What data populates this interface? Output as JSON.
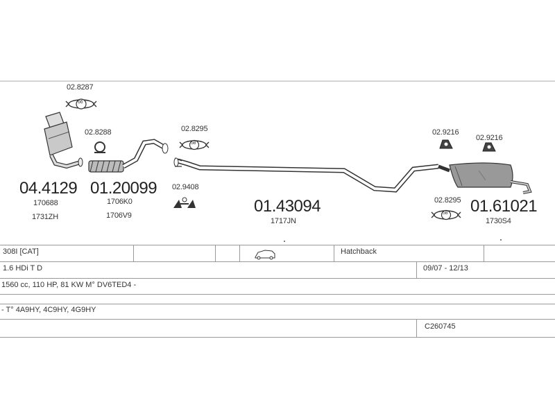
{
  "parts": [
    {
      "code": "04.4129",
      "refs": [
        "170688",
        "1731ZH"
      ]
    },
    {
      "code": "01.20099",
      "refs": [
        "1706K0",
        "1706V9"
      ]
    },
    {
      "code": "01.43094",
      "refs": [
        "1717JN"
      ]
    },
    {
      "code": "01.61021",
      "refs": [
        "1730S4"
      ]
    }
  ],
  "accessories": [
    {
      "code": "02.8287",
      "badge": "66"
    },
    {
      "code": "02.8288"
    },
    {
      "code": "02.8295",
      "badge": "58"
    },
    {
      "code": "02.9408"
    },
    {
      "code": "02.9216"
    },
    {
      "code": "02.9216"
    },
    {
      "code": "02.8295",
      "badge": "58"
    }
  ],
  "vehicle": {
    "model": "308I [CAT]",
    "body": "Hatchback",
    "engine": "1.6 HDi T D",
    "years": "09/07 - 12/13",
    "specs": "1560 cc, 110 HP, 81 KW M° DV6TED4 -",
    "types": "- T° 4A9HY, 4C9HY, 4G9HY",
    "catalog": "C260745"
  }
}
